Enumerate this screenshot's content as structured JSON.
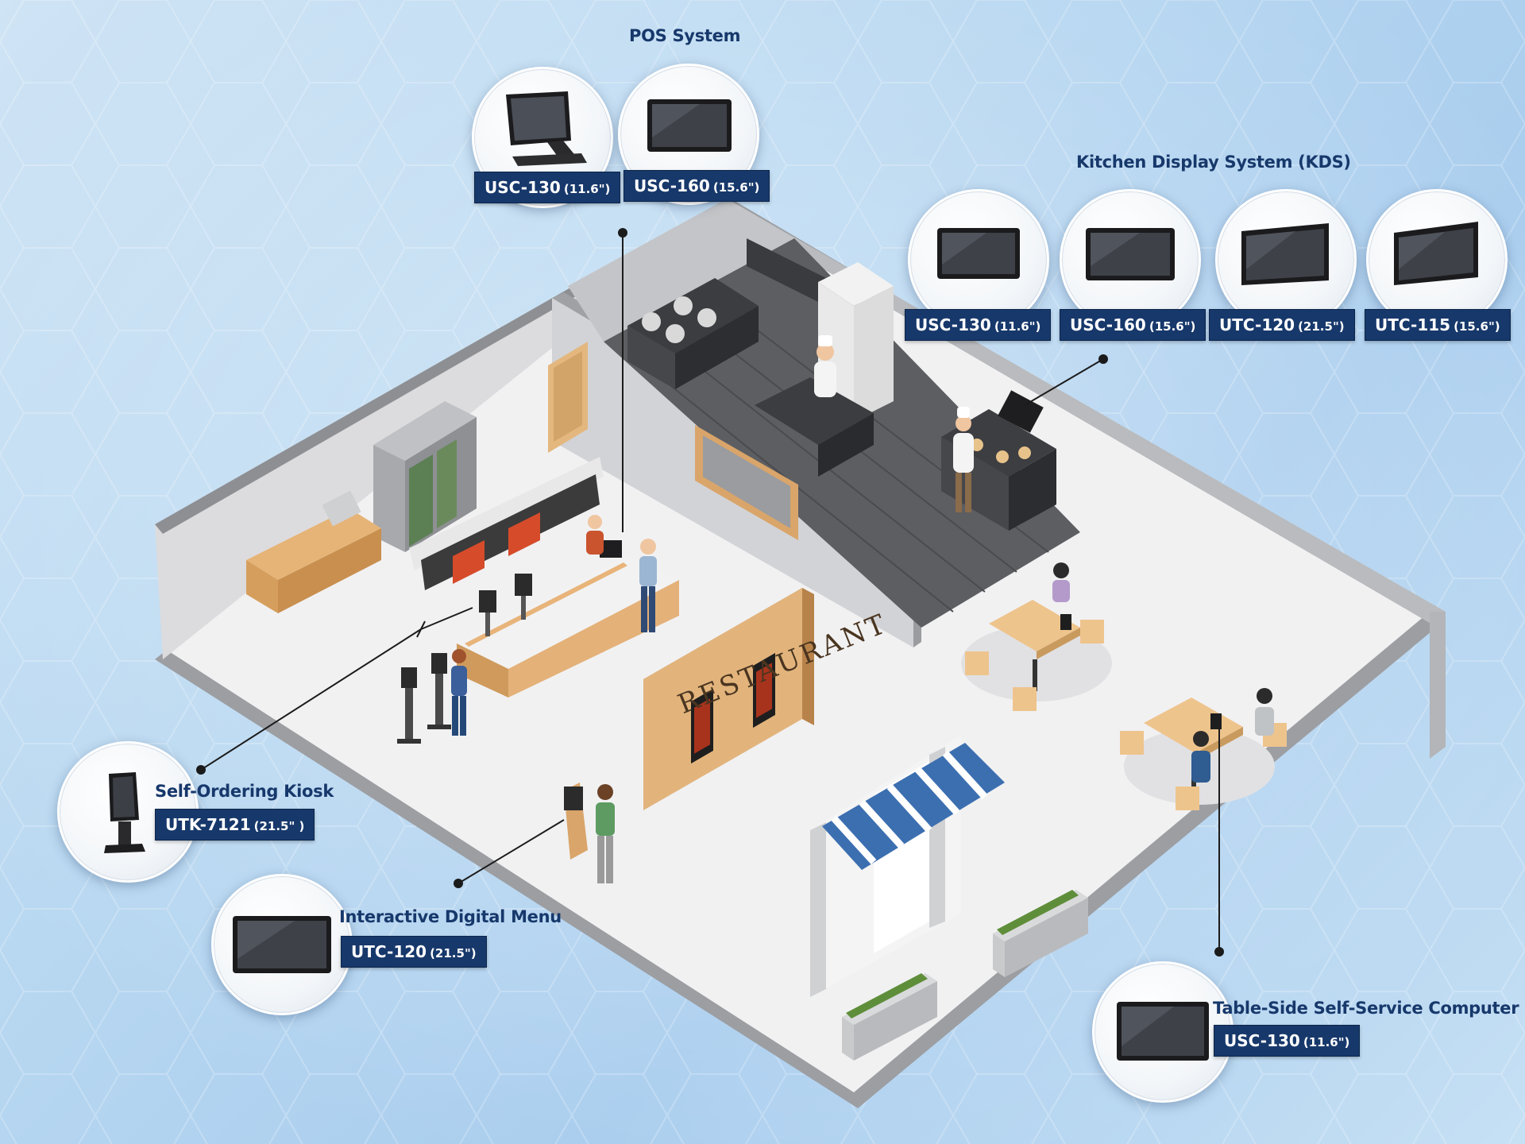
{
  "groups": {
    "pos": {
      "title": "POS System",
      "items": [
        {
          "model": "USC-130",
          "size": "(11.6\")"
        },
        {
          "model": "USC-160",
          "size": "(15.6\")"
        }
      ]
    },
    "kds": {
      "title": "Kitchen Display System (KDS)",
      "items": [
        {
          "model": "USC-130",
          "size": "(11.6\")"
        },
        {
          "model": "USC-160",
          "size": "(15.6\")"
        },
        {
          "model": "UTC-120",
          "size": "(21.5\")"
        },
        {
          "model": "UTC-115",
          "size": "(15.6\")"
        }
      ]
    },
    "kiosk": {
      "title": "Self-Ordering Kiosk",
      "items": [
        {
          "model": "UTK-7121",
          "size": "(21.5\" )"
        }
      ]
    },
    "menu": {
      "title": "Interactive Digital Menu",
      "items": [
        {
          "model": "UTC-120",
          "size": "(21.5\")"
        }
      ]
    },
    "table": {
      "title": "Table-Side Self-Service Computer",
      "items": [
        {
          "model": "USC-130",
          "size": "(11.6\")"
        }
      ]
    }
  },
  "scene": {
    "sign_text": "RESTAURANT"
  },
  "colors": {
    "tag_bg": "#17386b",
    "title_text": "#17386b",
    "connector": "#1b1b1b"
  }
}
